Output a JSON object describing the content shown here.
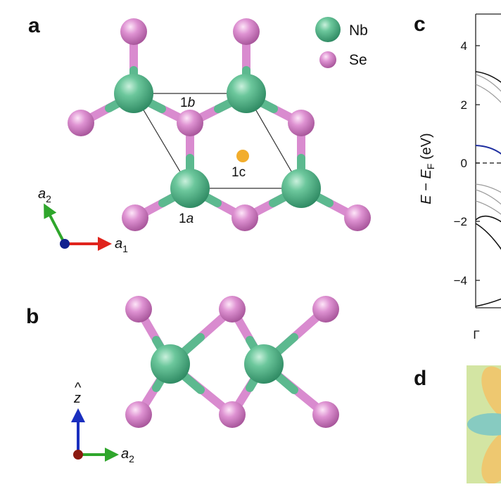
{
  "panels": {
    "a": "a",
    "b": "b",
    "c": "c",
    "d": "d"
  },
  "legend": [
    {
      "label": "Nb",
      "color": "#5cb98f"
    },
    {
      "label": "Se",
      "color": "#d98bcf"
    }
  ],
  "sites": {
    "one_a": {
      "num": "1",
      "letter": "a"
    },
    "one_b": {
      "num": "1",
      "letter": "b"
    },
    "one_c": "1c"
  },
  "axes_top": {
    "a1": "a",
    "a1_sub": "1",
    "a2": "a",
    "a2_sub": "2"
  },
  "axes_side": {
    "z": "z",
    "z_hat": "^",
    "a2": "a",
    "a2_sub": "2"
  },
  "band_plot": {
    "ylabel_parts": {
      "e": "E",
      "minus": " − ",
      "ef": "E",
      "ef_sub": "F",
      "unit": " (eV)"
    },
    "yticks": [
      "4",
      "2",
      "0",
      "−2",
      "−4"
    ],
    "xtick": "Γ"
  },
  "colors": {
    "nb": "#5cb98f",
    "se": "#d98bcf",
    "bond_nb": "#5cb98f",
    "bond_se": "#d98bcf",
    "site_1c": "#f2ad2c",
    "axis_red": "#e0231c",
    "axis_green": "#2fa62c",
    "axis_blue": "#1a2fbf",
    "axis_origin_blue": "#10208f",
    "axis_origin_red": "#8b1a10",
    "band_blue": "#1f2fa0",
    "band_black": "#111111",
    "band_gray": "#9a9a9a",
    "panel_d_bg": "#d3e5a3",
    "lobe_yellow": "#f1c46a",
    "lobe_teal": "#7ec8c4"
  }
}
